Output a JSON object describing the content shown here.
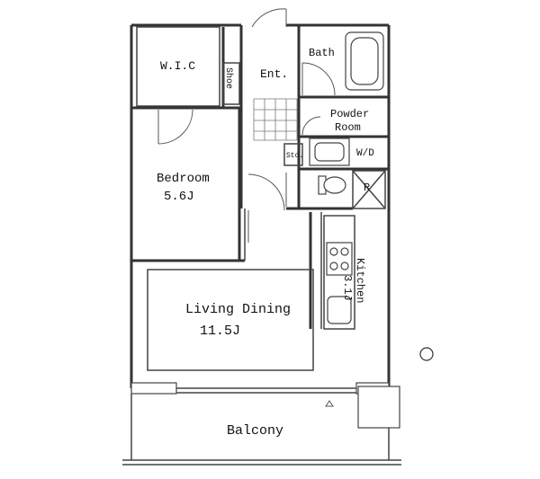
{
  "rooms": {
    "wic": "W.I.C",
    "shoe": "Shoe",
    "entrance": "Ent.",
    "bath": "Bath",
    "powder_room_1": "Powder",
    "powder_room_2": "Room",
    "washer_dryer": "W/D",
    "storage": "Sto.",
    "refrigerator": "R",
    "bedroom_name": "Bedroom",
    "bedroom_size": "5.6J",
    "kitchen_name": "Kitchen",
    "kitchen_size": "3.1J",
    "living_name": "Living Dining",
    "living_size": "11.5J",
    "balcony": "Balcony"
  },
  "compass": {
    "icon": "north-arrow-icon"
  }
}
